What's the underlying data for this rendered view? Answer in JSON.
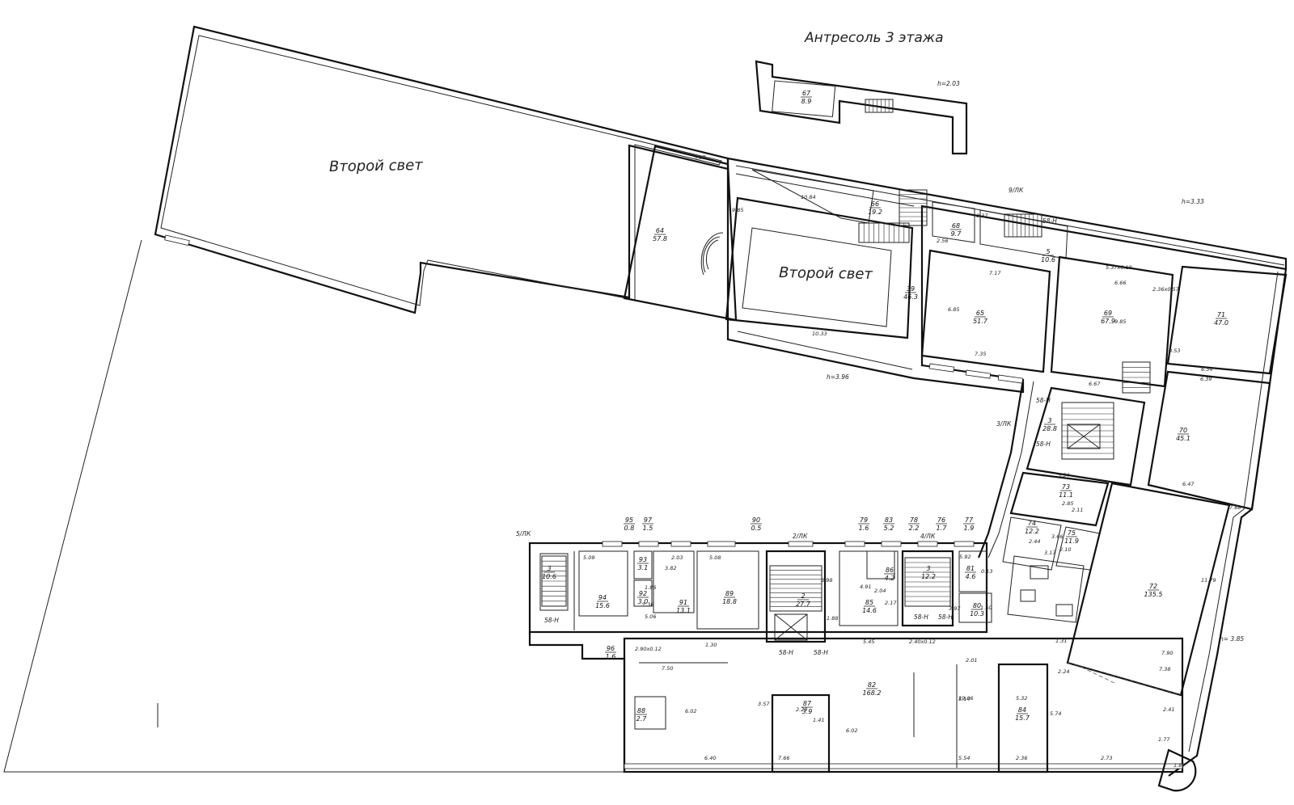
{
  "plan": {
    "title": "Антресоль 3 этажа",
    "void_labels": [
      "Второй свет",
      "Второй свет"
    ],
    "heights": [
      "h=2.03",
      "h=3.33",
      "h=3.96",
      "h= 3.85"
    ],
    "annotations": [
      "9/ЛК",
      "3/ЛК",
      "2/ЛК",
      "4/ЛК",
      "5/ЛК"
    ],
    "rooms": [
      {
        "n": "67",
        "a": "8.9"
      },
      {
        "n": "64",
        "a": "57.8"
      },
      {
        "n": "66",
        "a": "19.2"
      },
      {
        "n": "68",
        "a": "9.7"
      },
      {
        "n": "5",
        "a": "10.6"
      },
      {
        "n": "39",
        "a": "46.3"
      },
      {
        "n": "65",
        "a": "51.7"
      },
      {
        "n": "69",
        "a": "67.9"
      },
      {
        "n": "71",
        "a": "47.0"
      },
      {
        "n": "3",
        "a": "28.8"
      },
      {
        "n": "70",
        "a": "45.1"
      },
      {
        "n": "73",
        "a": "11.1"
      },
      {
        "n": "74",
        "a": "12.2"
      },
      {
        "n": "75",
        "a": "11.9"
      },
      {
        "n": "72",
        "a": "135.5"
      },
      {
        "n": "95",
        "a": "0.8"
      },
      {
        "n": "97",
        "a": "1.5"
      },
      {
        "n": "90",
        "a": "0.5"
      },
      {
        "n": "79",
        "a": "1.6"
      },
      {
        "n": "83",
        "a": "5.2"
      },
      {
        "n": "78",
        "a": "2.2"
      },
      {
        "n": "76",
        "a": "1.7"
      },
      {
        "n": "77",
        "a": "1.9"
      },
      {
        "n": "3",
        "a": "10.6"
      },
      {
        "n": "94",
        "a": "15.6"
      },
      {
        "n": "93",
        "a": "3.1"
      },
      {
        "n": "92",
        "a": "3.0"
      },
      {
        "n": "91",
        "a": "13.1"
      },
      {
        "n": "89",
        "a": "18.8"
      },
      {
        "n": "2",
        "a": "27.7"
      },
      {
        "n": "86",
        "a": "4.2"
      },
      {
        "n": "85",
        "a": "14.6"
      },
      {
        "n": "3",
        "a": "12.2"
      },
      {
        "n": "81",
        "a": "4.6"
      },
      {
        "n": "80",
        "a": "10.3"
      },
      {
        "n": "82",
        "a": "168.2"
      },
      {
        "n": "88",
        "a": "2.7"
      },
      {
        "n": "87",
        "a": "3.9"
      },
      {
        "n": "84",
        "a": "15.7"
      },
      {
        "n": "96",
        "a": "1.6"
      }
    ],
    "dims": [
      "5.87",
      "9.85",
      "10.84",
      "10.33",
      "0.37",
      "2.56",
      "7.17",
      "6.85",
      "7.35",
      "5.37x0.18",
      "6.66",
      "2.36x0.57",
      "9.85",
      "6.67",
      "0.53",
      "6.34",
      "6.39",
      "6.47",
      "7.68",
      "5.34",
      "2.85",
      "2.44",
      "3.66",
      "2.11",
      "2.10",
      "3.17",
      "11.79",
      "7.90",
      "7.38",
      "2.41",
      "1.77",
      "5.92",
      "5.09",
      "2.03",
      "3.82",
      "5.08",
      "3.98",
      "4.91",
      "2.04",
      "2.17",
      "0.13",
      "1.50",
      "5.45",
      "2.40x0.12",
      "2.90x0.12",
      "1.30",
      "7.50",
      "6.02",
      "2.29",
      "3.57",
      "1.41",
      "2.01",
      "19.06",
      "5.32",
      "5.74",
      "5.54",
      "2.36",
      "2.73",
      "7.66",
      "6.40",
      "6.02",
      "5.14",
      "5.06",
      "1.36",
      "1.86",
      "1.88",
      "3.97",
      "1.31",
      "2.24",
      "1.87",
      "2.3"
    ],
    "passage_labels": [
      "58-Н",
      "58-Н",
      "58-Н",
      "58-Н",
      "58-Н",
      "58-Н",
      "58-Н",
      "58-Н"
    ]
  }
}
